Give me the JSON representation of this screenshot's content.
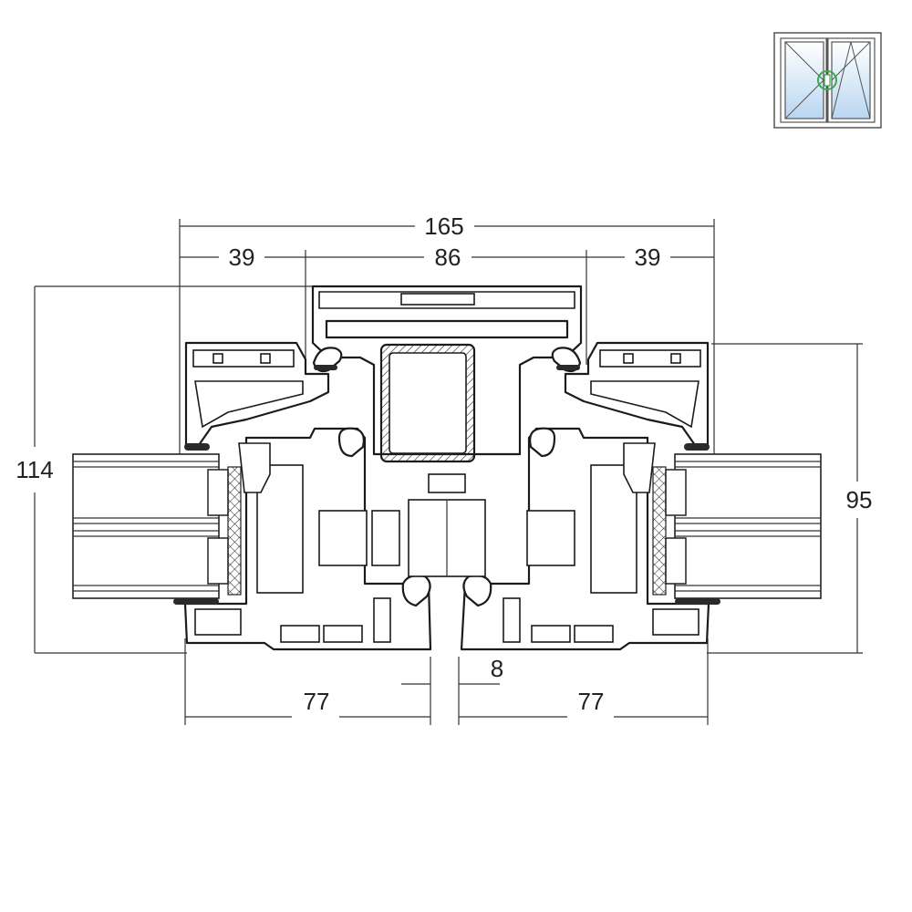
{
  "diagram": {
    "dimensions": {
      "total_width": "165",
      "left_frame": "39",
      "mullion": "86",
      "right_frame": "39",
      "total_height": "114",
      "sash_height": "95",
      "left_sash": "77",
      "gap": "8",
      "right_sash": "77"
    },
    "thumbnail_icon": "double-casement-window-icon",
    "colors": {
      "line": "#1b1b1b",
      "thumbnail_glass": "#cfe3f6",
      "handle_marker": "#3aa84a"
    }
  }
}
